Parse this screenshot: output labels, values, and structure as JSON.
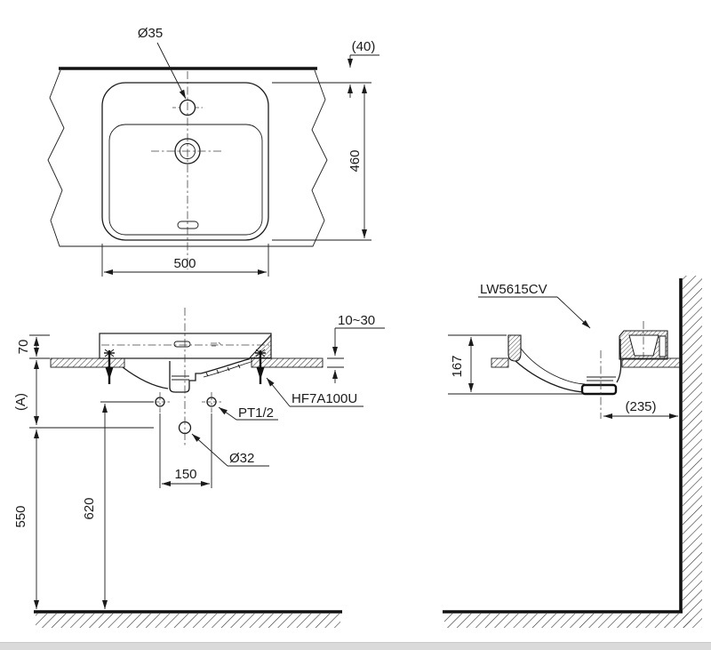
{
  "drawing": {
    "top_view": {
      "faucet_hole": "Ø35",
      "edge_offset": "(40)",
      "depth": "460",
      "width": "500"
    },
    "front_view": {
      "rim_height": "70",
      "height_a": "(A)",
      "rim_to_floor": "550",
      "supply_to_floor": "620",
      "supply_spacing": "150",
      "drain_hole": "Ø32",
      "supply_thread": "PT1/2",
      "fixing_kit": "HF7A100U",
      "counter_thickness": "10~30"
    },
    "side_view": {
      "model": "LW5615CV",
      "bowl_height": "167",
      "drain_to_wall": "(235)"
    }
  }
}
